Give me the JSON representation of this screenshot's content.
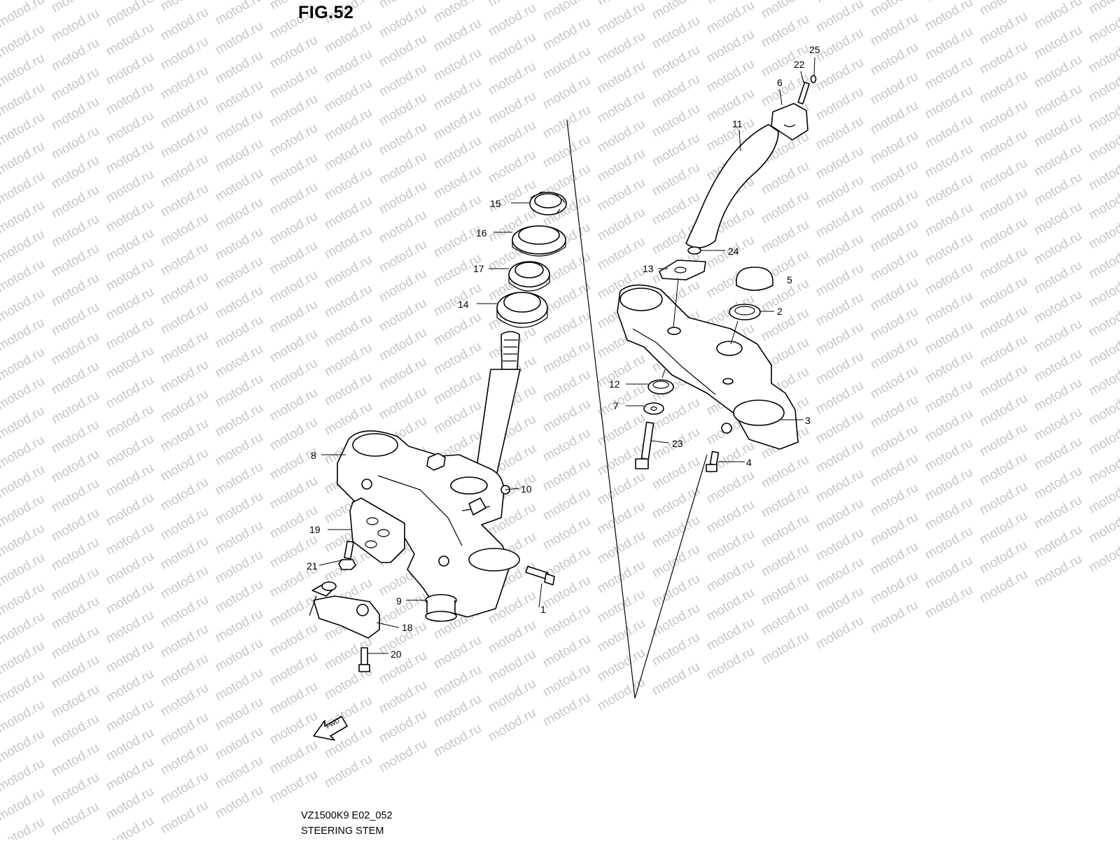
{
  "figure_label": "FIG.52",
  "model_code": "VZ1500K9 E02_052",
  "section_title": "STEERING STEM",
  "watermark_text": "motod.ru",
  "forward_marker": "FWD",
  "callouts": [
    {
      "n": "1"
    },
    {
      "n": "2"
    },
    {
      "n": "3"
    },
    {
      "n": "4"
    },
    {
      "n": "5"
    },
    {
      "n": "6"
    },
    {
      "n": "7"
    },
    {
      "n": "8"
    },
    {
      "n": "9"
    },
    {
      "n": "10"
    },
    {
      "n": "11"
    },
    {
      "n": "12"
    },
    {
      "n": "13"
    },
    {
      "n": "14"
    },
    {
      "n": "15"
    },
    {
      "n": "16"
    },
    {
      "n": "17"
    },
    {
      "n": "18"
    },
    {
      "n": "19"
    },
    {
      "n": "20"
    },
    {
      "n": "21"
    },
    {
      "n": "22"
    },
    {
      "n": "23"
    },
    {
      "n": "24"
    },
    {
      "n": "25"
    }
  ]
}
